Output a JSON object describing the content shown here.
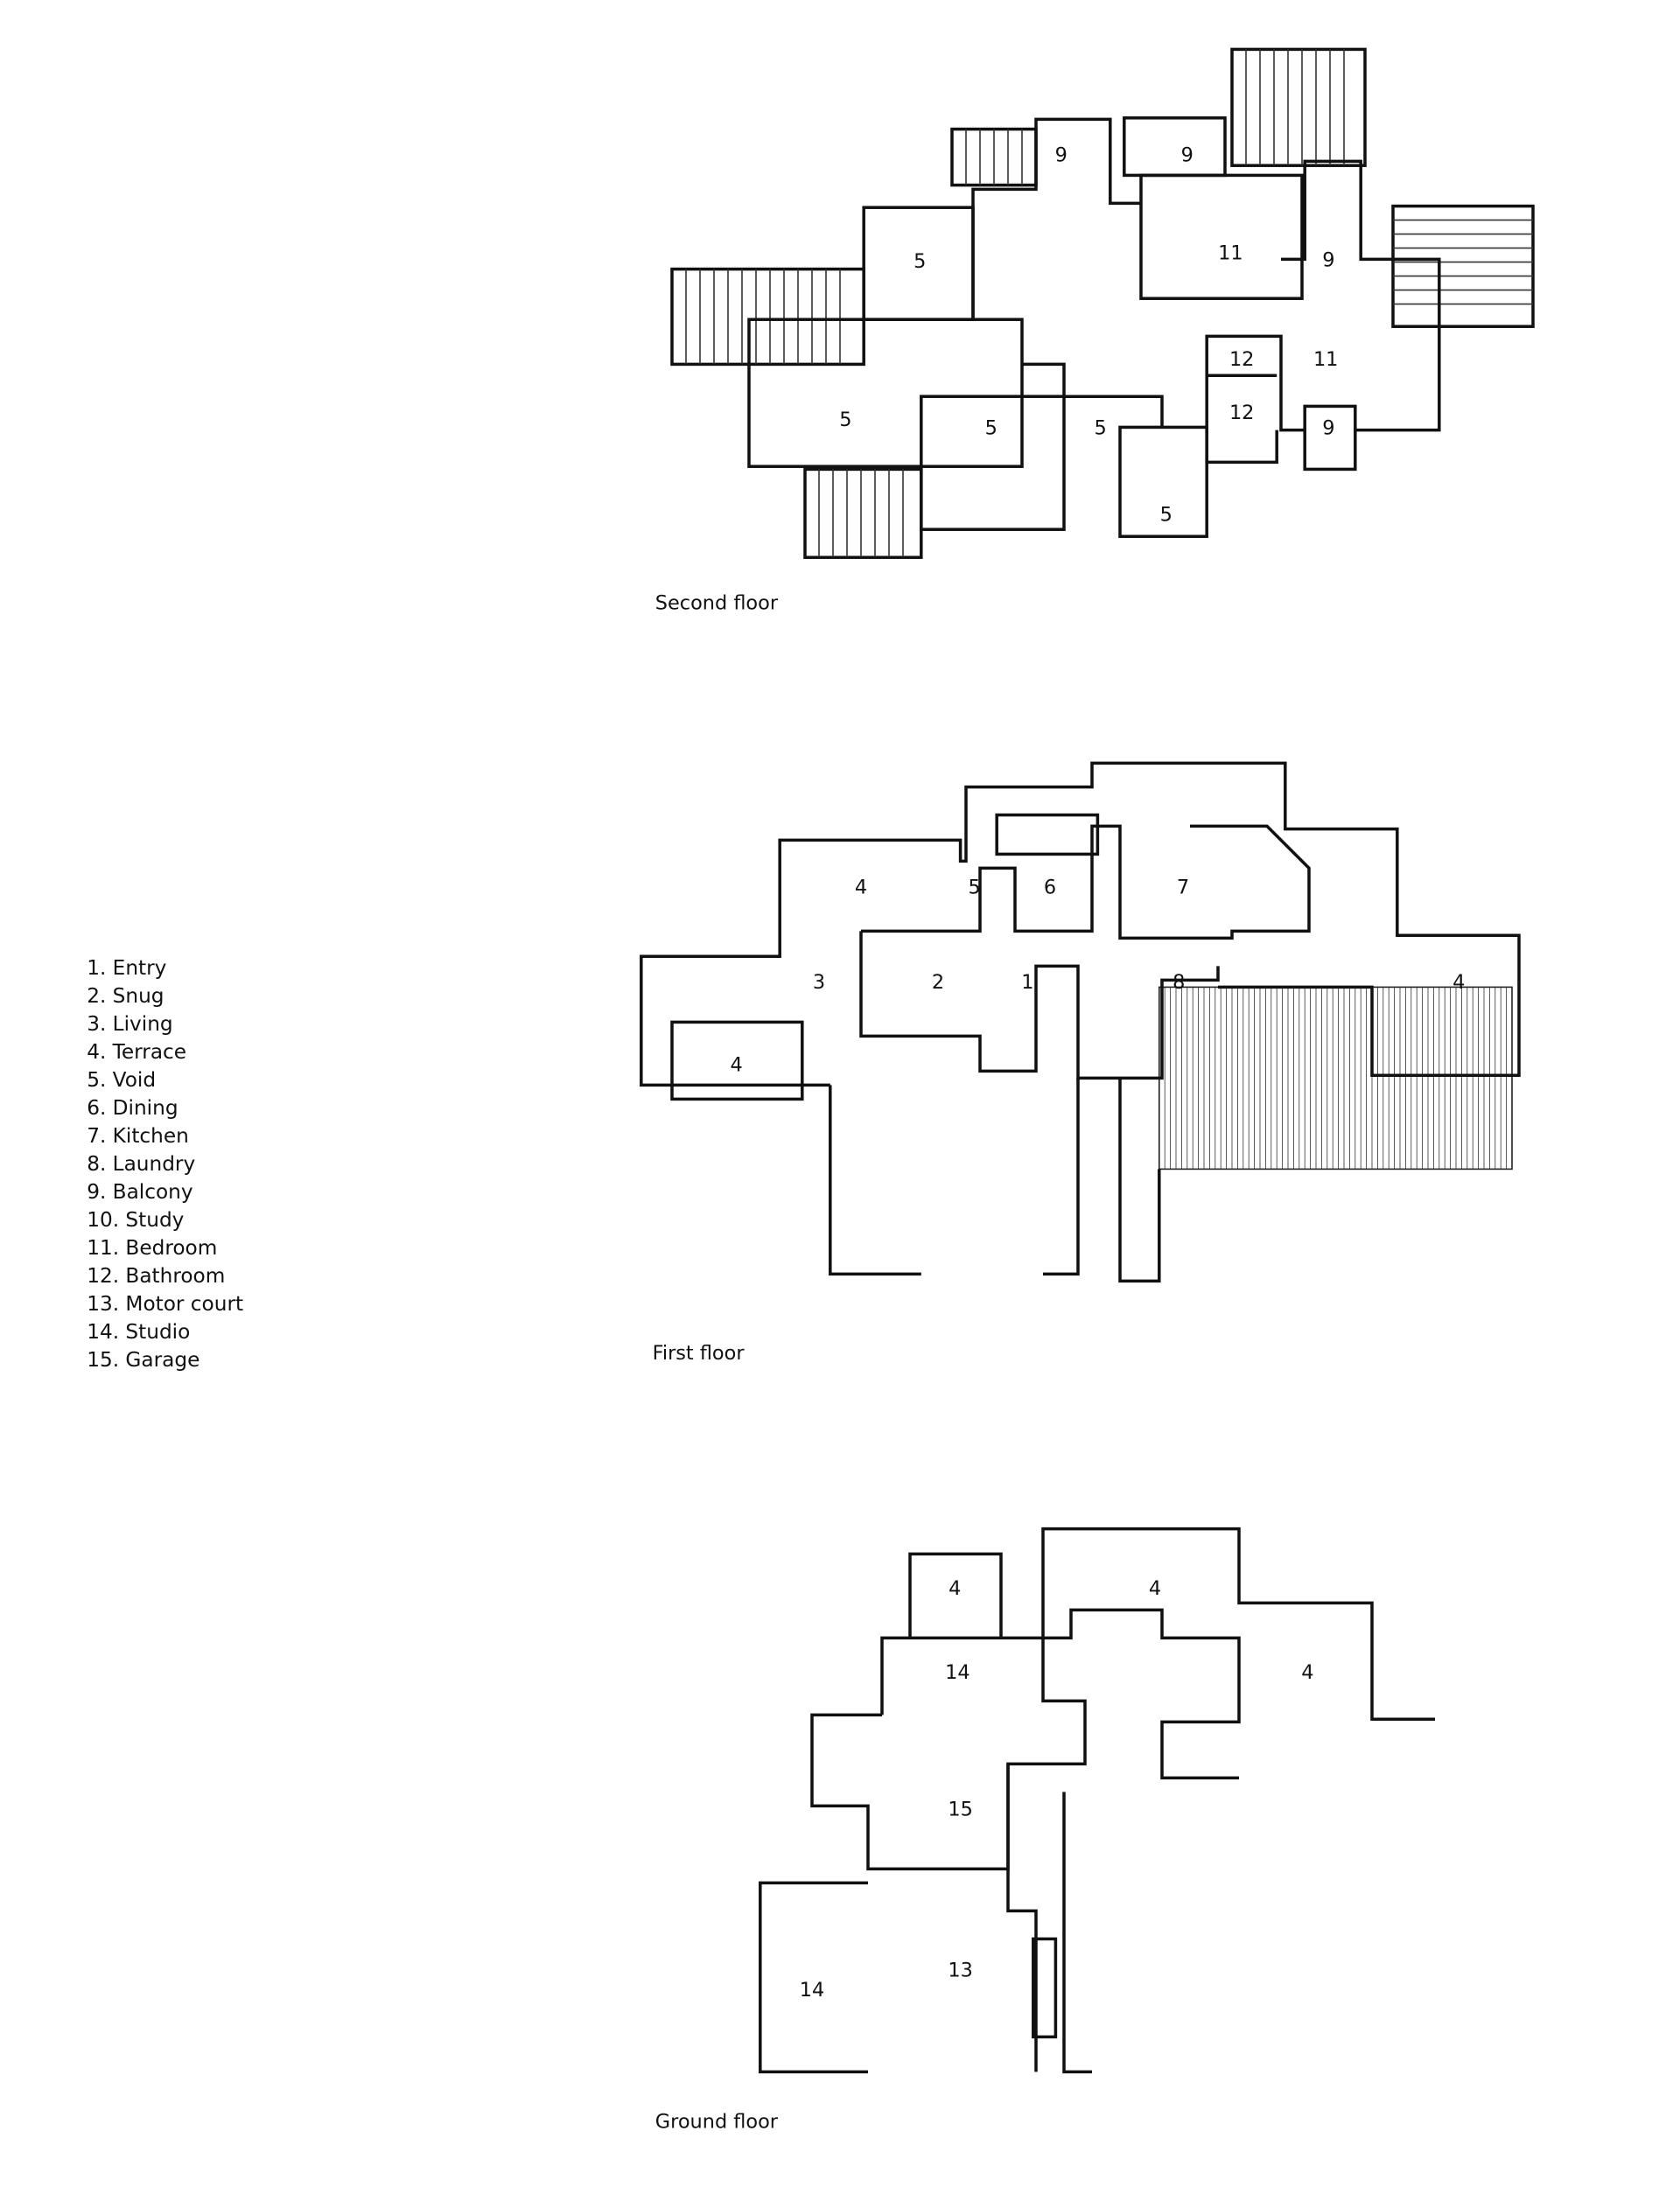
{
  "legend": [
    "1. Entry",
    "2. Snug",
    "3. Living",
    "4. Terrace",
    "5. Void",
    "6. Dining",
    "7. Kitchen",
    "8. Laundry",
    "9. Balcony",
    "10. Study",
    "11. Bedroom",
    "12. Bathroom",
    "13. Motor court",
    "14. Studio",
    "15. Garage"
  ],
  "second_floor": {
    "caption": "Second floor",
    "labels": [
      "5",
      "5",
      "5",
      "5",
      "5",
      "9",
      "9",
      "11",
      "9",
      "11",
      "12",
      "12",
      "9"
    ]
  },
  "first_floor": {
    "caption": "First floor",
    "labels": [
      "4",
      "5",
      "6",
      "7",
      "3",
      "2",
      "1",
      "8",
      "4",
      "4"
    ]
  },
  "ground_floor": {
    "caption": "Ground floor",
    "labels": [
      "4",
      "4",
      "14",
      "4",
      "15",
      "13",
      "14"
    ]
  }
}
